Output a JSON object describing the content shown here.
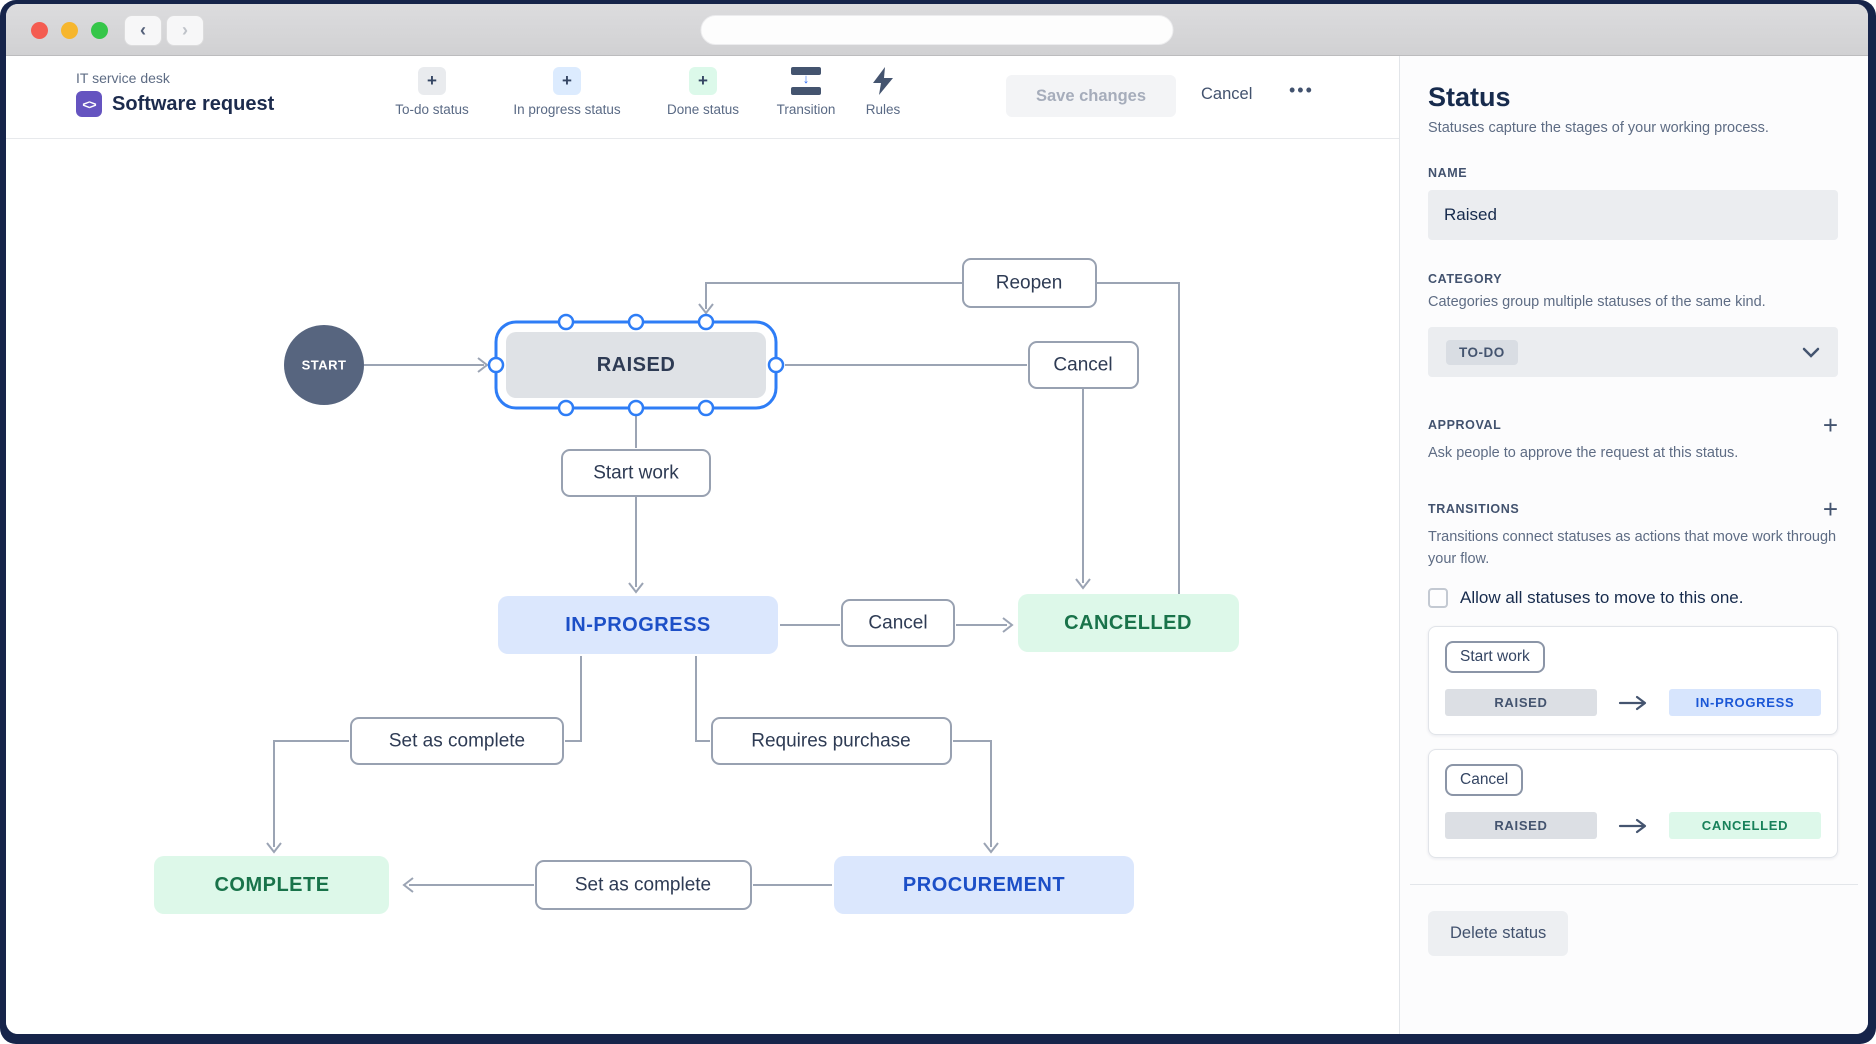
{
  "window": {
    "url_value": ""
  },
  "toolbar": {
    "breadcrumb": "IT service desk",
    "project_icon_glyph": "<>",
    "title": "Software request",
    "plus": "+",
    "todo_label": "To-do status",
    "inprogress_label": "In progress status",
    "done_label": "Done status",
    "transition_label": "Transition",
    "rules_label": "Rules",
    "save_label": "Save changes",
    "cancel_label": "Cancel",
    "more_label": "•••"
  },
  "diagram": {
    "start": "START",
    "raised": "RAISED",
    "in_progress": "IN-PROGRESS",
    "cancelled": "CANCELLED",
    "complete": "COMPLETE",
    "procurement": "PROCUREMENT",
    "reopen": "Reopen",
    "cancel_from_raised": "Cancel",
    "start_work": "Start work",
    "cancel_from_inprogress": "Cancel",
    "set_as_complete_left": "Set as complete",
    "requires_purchase": "Requires purchase",
    "set_as_complete_bottom": "Set as complete"
  },
  "sidebar": {
    "title": "Status",
    "subtitle": "Statuses capture the stages of your working process.",
    "name_label": "NAME",
    "name_value": "Raised",
    "category_label": "CATEGORY",
    "category_desc": "Categories group multiple statuses of the same kind.",
    "category_value": "TO-DO",
    "approval_label": "APPROVAL",
    "approval_desc": "Ask people to approve the request at this status.",
    "add_icon": "+",
    "transitions_label": "TRANSITIONS",
    "transitions_desc": "Transitions connect statuses as actions that move work through your flow.",
    "allow_all_label": "Allow all statuses to move to this one.",
    "cards": [
      {
        "action": "Start work",
        "from": "RAISED",
        "to": "IN-PROGRESS"
      },
      {
        "action": "Cancel",
        "from": "RAISED",
        "to": "CANCELLED"
      }
    ],
    "delete_label": "Delete status"
  },
  "colors": {
    "selection_blue": "#2e7df6",
    "todo_status_bg": "#dfe2e6",
    "inprogress_status_bg": "#dbe7fd",
    "inprogress_status_text": "#1c4fc7",
    "done_status_bg": "#ddf8e9",
    "done_status_text": "#19734a",
    "connector_gray": "#9ba4b4"
  }
}
